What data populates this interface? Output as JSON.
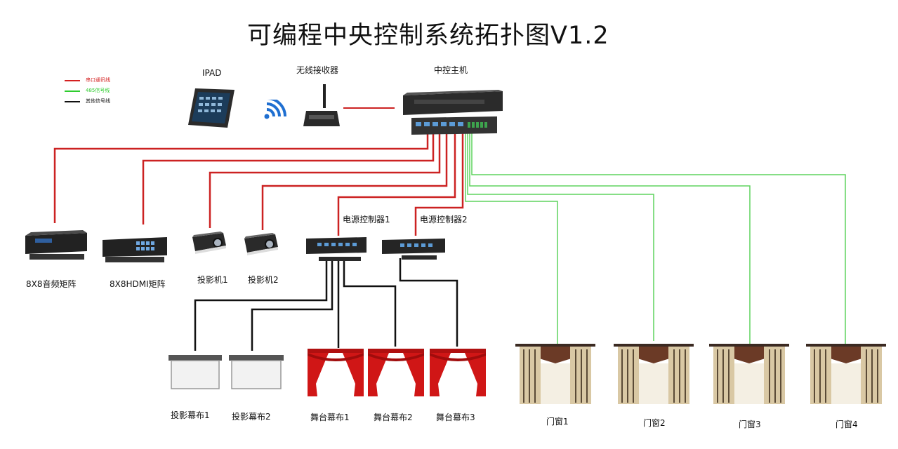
{
  "title": "可编程中央控制系统拓扑图V1.2",
  "legend": [
    {
      "text": "串口通讯线",
      "color": "#d42020"
    },
    {
      "text": "485信号线",
      "color": "#2ecc2e"
    },
    {
      "text": "其他信号线",
      "color": "#111111"
    }
  ],
  "colors": {
    "serial": "#cc2222",
    "rs485": "#5fd35f",
    "other": "#111111"
  },
  "labels": {
    "ipad": "IPAD",
    "receiver": "无线接收器",
    "controller": "中控主机",
    "audio_matrix": "8X8音频矩阵",
    "hdmi_matrix": "8X8HDMI矩阵",
    "projector1": "投影机1",
    "projector2": "投影机2",
    "power1": "电源控制器1",
    "power2": "电源控制器2",
    "screen1": "投影幕布1",
    "screen2": "投影幕布2",
    "stage1": "舞台幕布1",
    "stage2": "舞台幕布2",
    "stage3": "舞台幕布3",
    "curtain1": "门窗1",
    "curtain2": "门窗2",
    "curtain3": "门窗3",
    "curtain4": "门窗4"
  }
}
